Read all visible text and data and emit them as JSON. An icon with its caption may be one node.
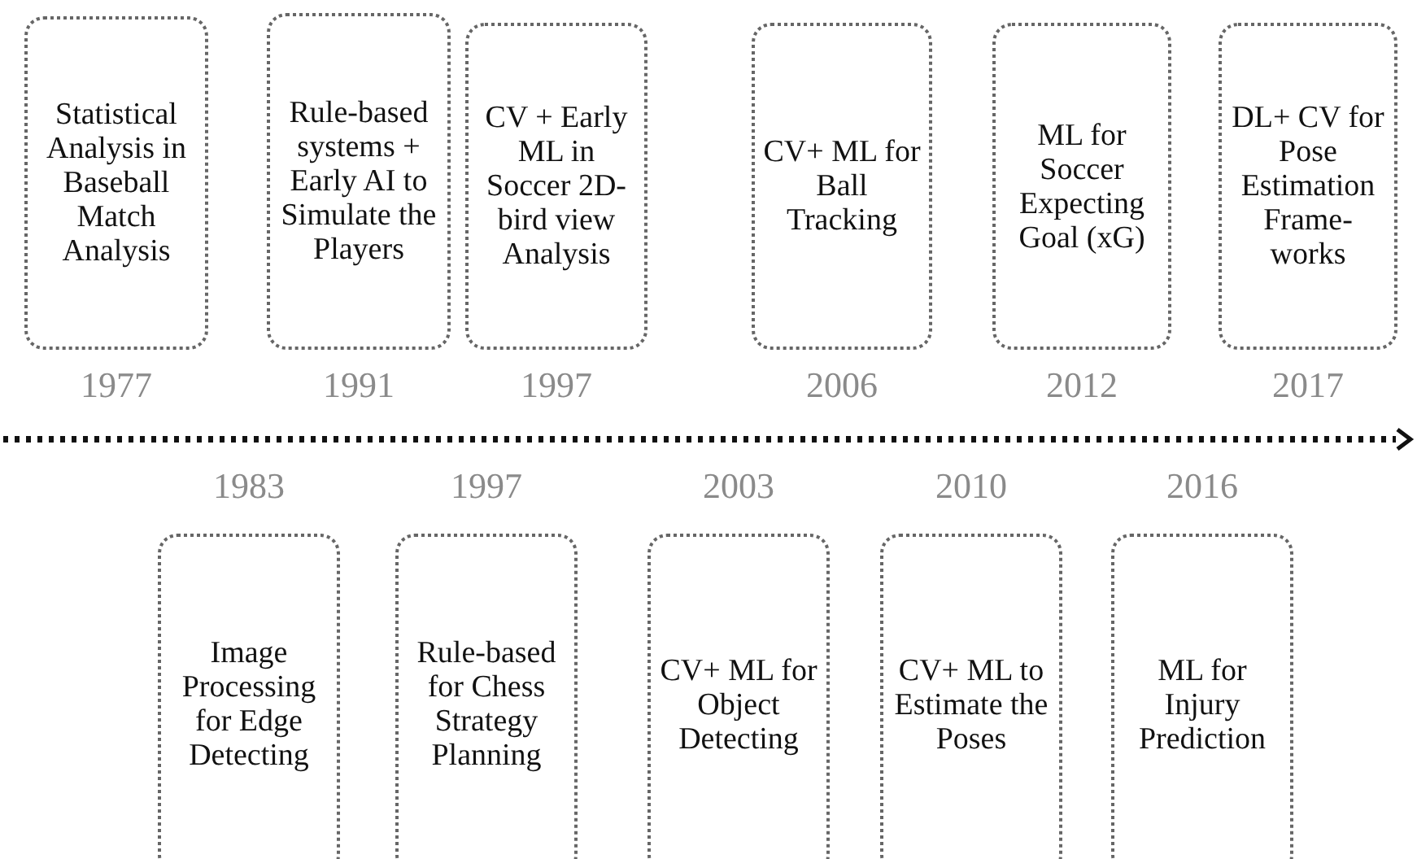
{
  "diagram": {
    "nodes": [
      {
        "text": [
          "Statistical Analysis in Baseball Match Analysis"
        ],
        "beside": [
          "1977"
        ]
      },
      {
        "text": [
          "Rule-based systems + Early AI to Simulate the Players"
        ],
        "beside": [
          "1991"
        ]
      },
      {
        "text": [
          "CV + Early ML in Soccer 2D-bird view Analysis"
        ],
        "beside": [
          "1997"
        ]
      },
      {
        "text": [
          "CV+ ML for Ball Tracking"
        ],
        "beside": [
          "2006"
        ]
      },
      {
        "text": [
          "ML for Soccer Expecting Goal (xG)"
        ],
        "beside": [
          "2012"
        ]
      },
      {
        "text": [
          "DL+ CV for Pose Estimation Frame-works"
        ],
        "beside": [
          "2017"
        ]
      },
      {
        "text": [
          "Image Processing for Edge Detecting"
        ],
        "beside": [
          "1983"
        ]
      },
      {
        "text": [
          "Rule-based for Chess Strategy Planning"
        ],
        "beside": [
          "1997"
        ]
      },
      {
        "text": [
          "CV+ ML for Object Detecting"
        ],
        "beside": [
          "2003"
        ]
      },
      {
        "text": [
          "CV+ ML to Estimate the Poses"
        ],
        "beside": [
          "2010"
        ]
      },
      {
        "text": [
          "ML for Injury Prediction"
        ],
        "beside": [
          "2016"
        ]
      }
    ],
    "edges": []
  }
}
